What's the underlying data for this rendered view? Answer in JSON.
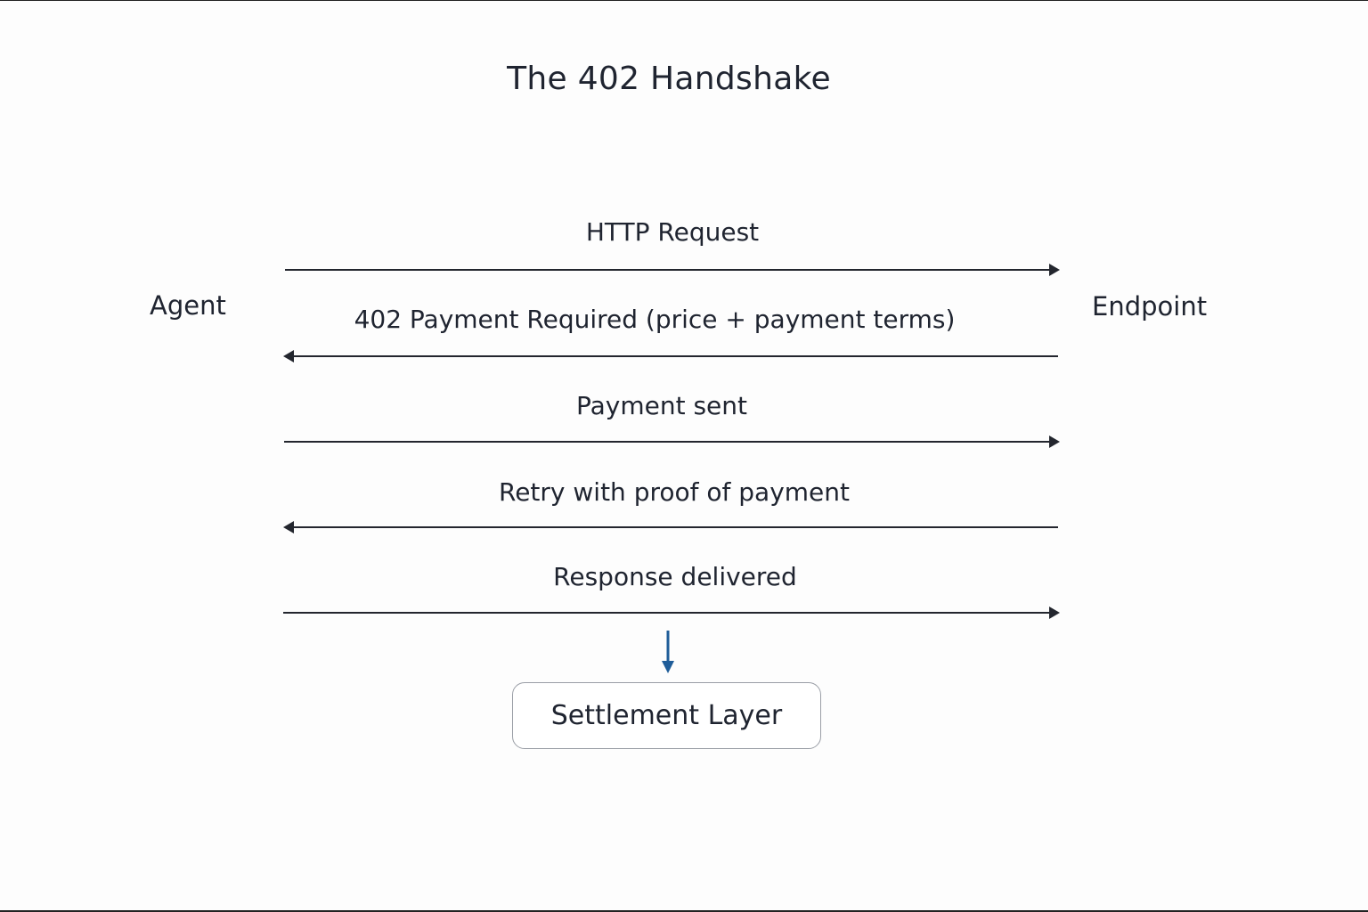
{
  "title": "The 402 Handshake",
  "participants": {
    "left": "Agent",
    "right": "Endpoint"
  },
  "messages": [
    {
      "label": "HTTP Request",
      "direction": "right"
    },
    {
      "label": "402 Payment Required (price + payment terms)",
      "direction": "left"
    },
    {
      "label": "Payment sent",
      "direction": "right"
    },
    {
      "label": "Retry with proof of payment",
      "direction": "left"
    },
    {
      "label": "Response delivered",
      "direction": "right"
    }
  ],
  "settlement": {
    "label": "Settlement Layer"
  },
  "colors": {
    "line": "#23262e",
    "settlement_arrow": "#1f5d99",
    "box_border": "#9a9ea6"
  }
}
